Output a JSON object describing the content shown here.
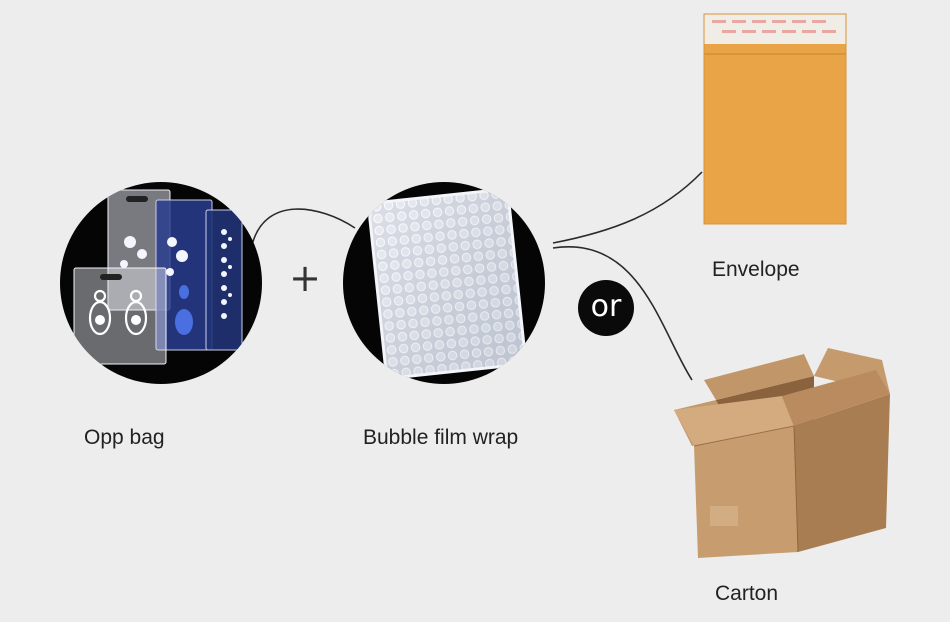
{
  "symbols": {
    "plus": "+",
    "or": "or"
  },
  "items": {
    "opp_bag": {
      "label": "Opp bag"
    },
    "bubble_wrap": {
      "label": "Bubble film wrap"
    },
    "envelope": {
      "label": "Envelope"
    },
    "carton": {
      "label": "Carton"
    }
  },
  "colors": {
    "background": "#ededed",
    "circle": "#050505",
    "envelope": "#e9a448",
    "carton": "#b98b5f"
  }
}
